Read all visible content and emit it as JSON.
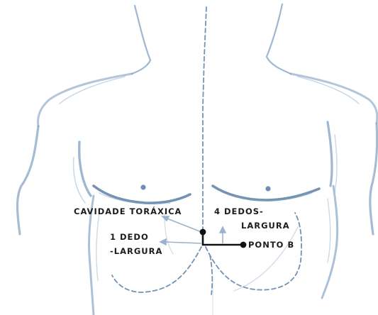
{
  "labels": {
    "cavity": "CAVIDADE TORÁXICA",
    "four_fingers_line1": "4 DEDOS-",
    "four_fingers_line2": "LARGURA",
    "one_finger_line1": "1 DEDO",
    "one_finger_line2": "-LARGURA",
    "point_b": "PONTO B"
  },
  "colors": {
    "sketch": "#7f9fc0",
    "sketch_dark": "#5c7fa6",
    "arrow": "#9db3cc",
    "marker": "#111111",
    "text": "#1c1c1c"
  }
}
